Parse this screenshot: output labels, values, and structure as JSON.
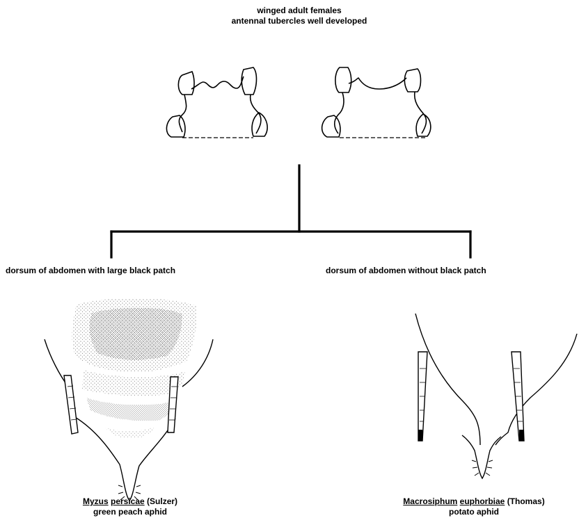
{
  "header": {
    "line1": "winged adult females",
    "line2": "antennal tubercles well developed"
  },
  "branches": {
    "left": "dorsum of abdomen with large black patch",
    "right": "dorsum of abdomen without black patch"
  },
  "species_left": {
    "genus": "Myzus",
    "epithet": "persicae",
    "author": "(Sulzer)",
    "common_name": "green peach aphid"
  },
  "species_right": {
    "genus": "Macrosiphum",
    "epithet": "euphorbiae",
    "author": "(Thomas)",
    "common_name": "potato aphid"
  }
}
